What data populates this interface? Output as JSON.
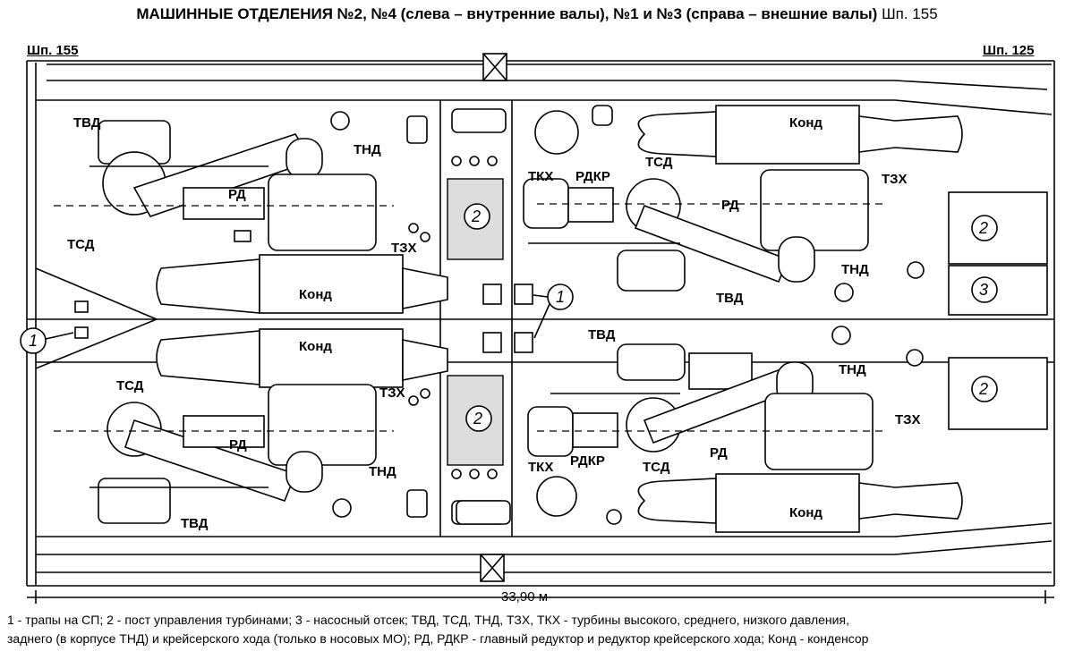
{
  "title": {
    "main": "МАШИННЫЕ ОТДЕЛЕНИЯ №2,  №4 (слева – внутренние валы), №1 и №3 (справа – внешние валы)",
    "frame": "Шп. 155"
  },
  "frames": {
    "left": "Шп. 155",
    "right": "Шп. 125"
  },
  "dimension": "33,90 м",
  "labels": {
    "tvd": "ТВД",
    "tsd": "ТСД",
    "tnd": "ТНД",
    "tzh": "ТЗХ",
    "tkh": "ТКХ",
    "rd": "РД",
    "rdkr": "РДКР",
    "kond": "Конд"
  },
  "markers": {
    "one": "1",
    "two": "2",
    "three": "3"
  },
  "legend": {
    "line1": "1 - трапы на СП; 2 - пост управления турбинами; 3 - насосный отсек; ТВД, ТСД, ТНД, ТЗХ, ТКХ - турбины высокого, среднего, низкого давления,",
    "line2": "заднего (в корпусе ТНД) и крейсерского хода (только в носовых МО); РД, РДКР - главный редуктор и редуктор крейсерского хода; Конд - конденсор"
  }
}
